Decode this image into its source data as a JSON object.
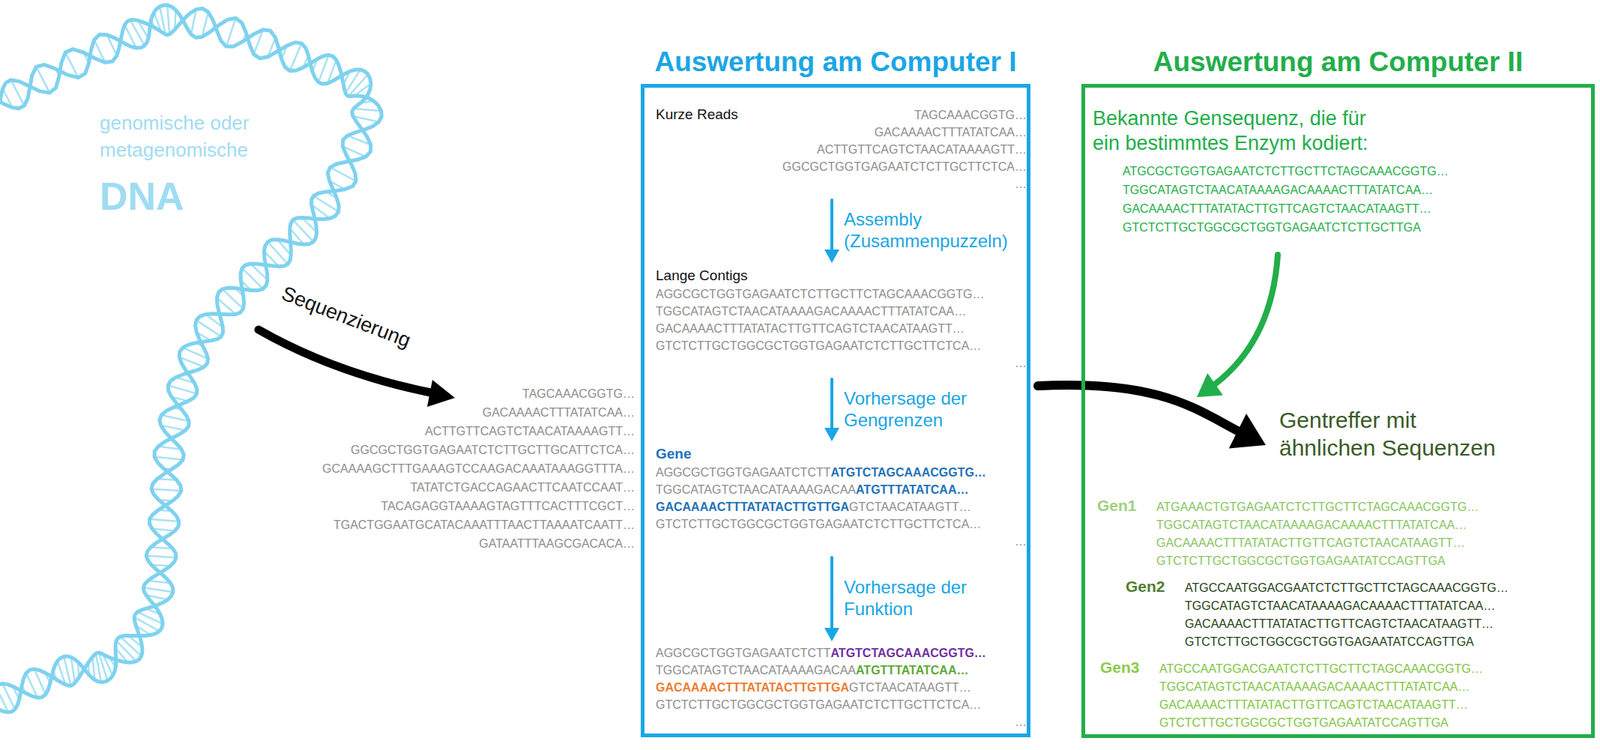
{
  "diagram": {
    "nodes": [
      {
        "text": [
          "Auswertung am Computer I"
        ]
      },
      {
        "text": [
          "Kurze Reads",
          "TAGCAAACGGTG…",
          "GACAAAACTTTATATCAA…",
          "ACTTGTTCAGTCTAACATAAAAGTT…",
          "GGCGCTGGTGAGAATCTCTTGCTTCTCA…",
          "…"
        ],
        "in": 0
      },
      {
        "text": [
          "Lange Contigs",
          "AGGCGCTGGTGAGAATCTCTTGCTTCTAGCAAACGGTG…",
          "TGGCATAGTCTAACATAAAAGACAAAACTTTATATCAA…",
          "GACAAAACTTTATATACTTGTTCAGTCTAACATAAGTT…",
          "GTCTCTTGCTGGCGCTGGTGAGAATCTCTTGCTTCTCA…",
          "…"
        ],
        "in": 0
      },
      {
        "text": [
          "Gene",
          "AGGCGCTGGTGAGAATCTCTT",
          "ATGTCTAGCAAACGGTG…",
          "TGGCATAGTCTAACATAAAAGACAA",
          "ATGTTTATATCAA…",
          "GACAAAACTTTATATACTTGTTGA",
          "GTCTAACATAAGTT…",
          "GTCTCTTGCTGGCGCTGGTGAGAATCTCTTGCTTCTCA…",
          "…"
        ],
        "in": 0
      },
      {
        "text": [
          "AGGCGCTGGTGAGAATCTCTT",
          "ATGTCTAGCAAACGGTG…",
          "TGGCATAGTCTAACATAAAAGACAA",
          "ATGTTTATATCAA…",
          "GACAAAACTTTATATACTTGTTGA",
          "GTCTAACATAAGTT…",
          "GTCTCTTGCTGGCGCTGGTGAGAATCTCTTGCTTCTCA…",
          "…"
        ],
        "in": 0
      },
      {
        "text": [
          "Auswertung am Computer II"
        ]
      },
      {
        "text": [
          "Bekannte Gensequenz, die für ein bestimmtes Enzym kodiert:",
          "ATGCGCTGGTGAGAATCTCTTGCTTCTAGCAAACGGTG…",
          "TGGCATAGTCTAACATAAAAGACAAAACTTTATATCAA…",
          "GACAAAACTTTATATACTTGTTCAGTCTAACATAAGTT…",
          "GTCTCTTGCTGGCGCTGGTGAGAATCTCTTGCTTGA"
        ],
        "in": 5
      },
      {
        "text": [
          "Gentreffer mit ähnlichen Sequenzen"
        ],
        "in": 5
      },
      {
        "text": [
          "Gen1",
          "ATGAAACTGTGAGAATCTCTTGCTTCTAGCAAACGGTG…",
          "TGGCATAGTCTAACATAAAAGACAAAACTTTATATCAA…",
          "GACAAAACTTTATATACTTGTTCAGTCTAACATAAGTT…",
          "GTCTCTTGCTGGCGCTGGTGAGAATATCCAGTTGA"
        ],
        "in": 5
      },
      {
        "text": [
          "Gen2",
          "ATGCCAATGGACGAATCTCTTGCTTCTAGCAAACGGTG…",
          "TGGCATAGTCTAACATAAAAGACAAAACTTTATATCAA…",
          "GACAAAACTTTATATACTTGTTCAGTCTAACATAAGTT…",
          "GTCTCTTGCTGGCGCTGGTGAGAATATCCAGTTGA"
        ],
        "in": 5
      },
      {
        "text": [
          "Gen3",
          "ATGCCAATGGACGAATCTCTTGCTTCTAGCAAACGGTG…",
          "TGGCATAGTCTAACATAAAAGACAAAACTTTATATCAA…",
          "GACAAAACTTTATATACTTGTTCAGTCTAACATAAGTT…",
          "GTCTCTTGCTGGCGCTGGTGAGAATATCCAGTTGA"
        ],
        "in": 5
      }
    ],
    "edges": [
      {
        "from": 1,
        "to": 2,
        "arrow": "to",
        "label": "Assembly (Zusammenpuzzeln)"
      },
      {
        "from": 2,
        "to": 3,
        "arrow": "to",
        "label": "Vorhersage der Gengrenzen"
      },
      {
        "from": 3,
        "to": 4,
        "arrow": "to",
        "label": "Vorhersage der Funktion"
      },
      {
        "from": 6,
        "to": 7,
        "arrow": "to"
      },
      {
        "from": 0,
        "to": 7,
        "arrow": "to"
      }
    ],
    "labels": [
      "genomische oder metagenomische",
      "DNA",
      "Sequenzierung",
      "TAGCAAACGGTG…",
      "GACAAAACTTTATATCAA…",
      "ACTTGTTCAGTCTAACATAAAAGTT…",
      "GGCGCTGGTGAGAATCTCTTGCTTGCATTCTCA…",
      "GCAAAAGCTTTGAAAGTCCAAGACAAATAAAGGTTTA…",
      "TATATCTGACCAGAACTTCAATCCAAT…",
      "TACAGAGGTAAAAGTAGTTTCACTTTCGCT…",
      "TGACTGGAATGCATACAAATTTAACTTAAAATCAATT…",
      "GATAATTTAAGCGACACA…"
    ]
  }
}
